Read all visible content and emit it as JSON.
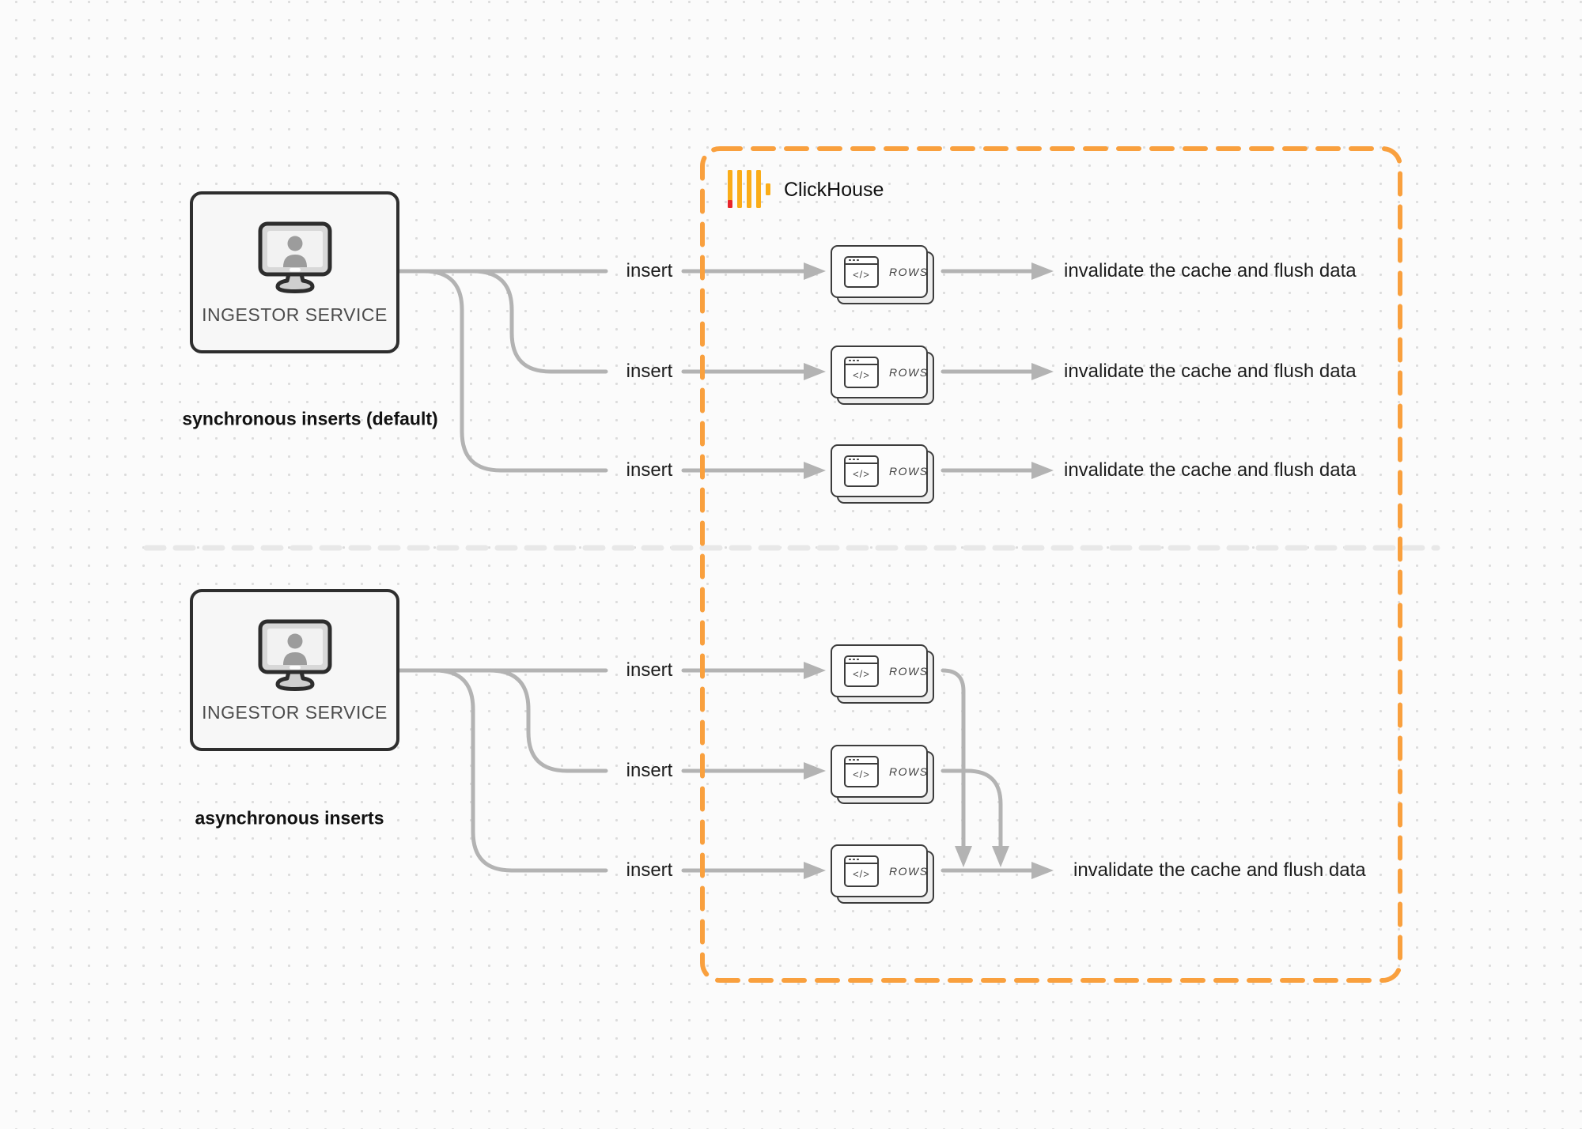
{
  "clickhouse": {
    "brand": "ClickHouse"
  },
  "glyphs": {
    "code": "</>"
  },
  "colors": {
    "boundary_orange": "#f9a03e",
    "logo_yellow": "#faad19",
    "logo_red": "#e8242b",
    "wire_gray": "#b3b3b3",
    "divider_gray": "#e8e8e8",
    "text_dark": "#1a1a1a"
  },
  "sections": [
    {
      "caption": "synchronous inserts (default)",
      "service": "INGESTOR SERVICE",
      "rows": [
        {
          "insert": "insert",
          "card": "ROWS",
          "result": "invalidate the cache and flush data"
        },
        {
          "insert": "insert",
          "card": "ROWS",
          "result": "invalidate the cache and flush data"
        },
        {
          "insert": "insert",
          "card": "ROWS",
          "result": "invalidate the cache and flush data"
        }
      ]
    },
    {
      "caption": "asynchronous inserts",
      "service": "INGESTOR SERVICE",
      "rows": [
        {
          "insert": "insert",
          "card": "ROWS"
        },
        {
          "insert": "insert",
          "card": "ROWS"
        },
        {
          "insert": "insert",
          "card": "ROWS",
          "result": "invalidate the cache and flush data"
        }
      ]
    }
  ]
}
